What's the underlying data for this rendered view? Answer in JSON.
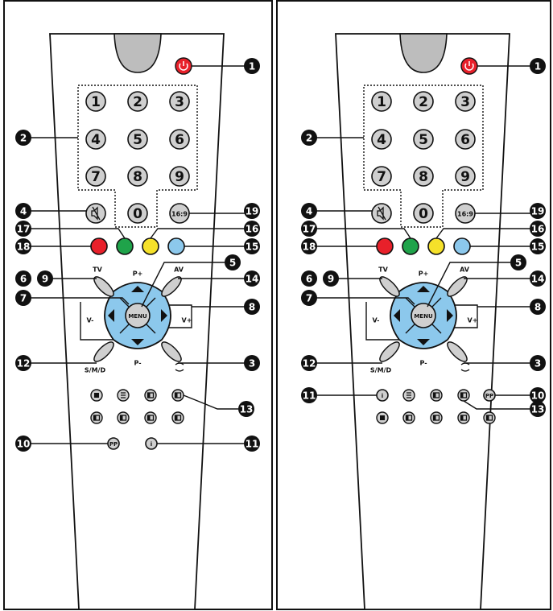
{
  "remotes": [
    {
      "digits": [
        "1",
        "2",
        "3",
        "4",
        "5",
        "6",
        "7",
        "8",
        "9",
        "0"
      ],
      "btn_169": "16:9",
      "btn_menu": "MENU",
      "label_tv": "TV",
      "label_av": "AV",
      "label_pplus": "P+",
      "label_pminus": "P-",
      "label_vminus": "V-",
      "label_vplus": "V+",
      "label_smd": "S/M/D",
      "btn_pp": "PP",
      "btn_i": "i",
      "callouts": [
        "1",
        "2",
        "4",
        "17",
        "18",
        "6",
        "9",
        "7",
        "12",
        "19",
        "16",
        "15",
        "5",
        "14",
        "8",
        "3",
        "13",
        "10",
        "11"
      ]
    },
    {
      "digits": [
        "1",
        "2",
        "3",
        "4",
        "5",
        "6",
        "7",
        "8",
        "9",
        "0"
      ],
      "btn_169": "16:9",
      "btn_menu": "MENU",
      "label_tv": "TV",
      "label_av": "AV",
      "label_pplus": "P+",
      "label_pminus": "P-",
      "label_vminus": "V-",
      "label_vplus": "V+",
      "label_smd": "S/M/D",
      "btn_pp": "PP",
      "btn_i": "i",
      "callouts": [
        "1",
        "2",
        "4",
        "17",
        "18",
        "6",
        "9",
        "7",
        "12",
        "11",
        "19",
        "16",
        "15",
        "5",
        "14",
        "8",
        "3",
        "10",
        "13"
      ]
    }
  ],
  "colors": {
    "red": "#e8202a",
    "green": "#1fa34a",
    "yellow": "#f5e12a",
    "cyan": "#8cc8ec",
    "grey": "#cfcfcf",
    "power": "#e8202a",
    "dpad": "#8cc8ec"
  }
}
